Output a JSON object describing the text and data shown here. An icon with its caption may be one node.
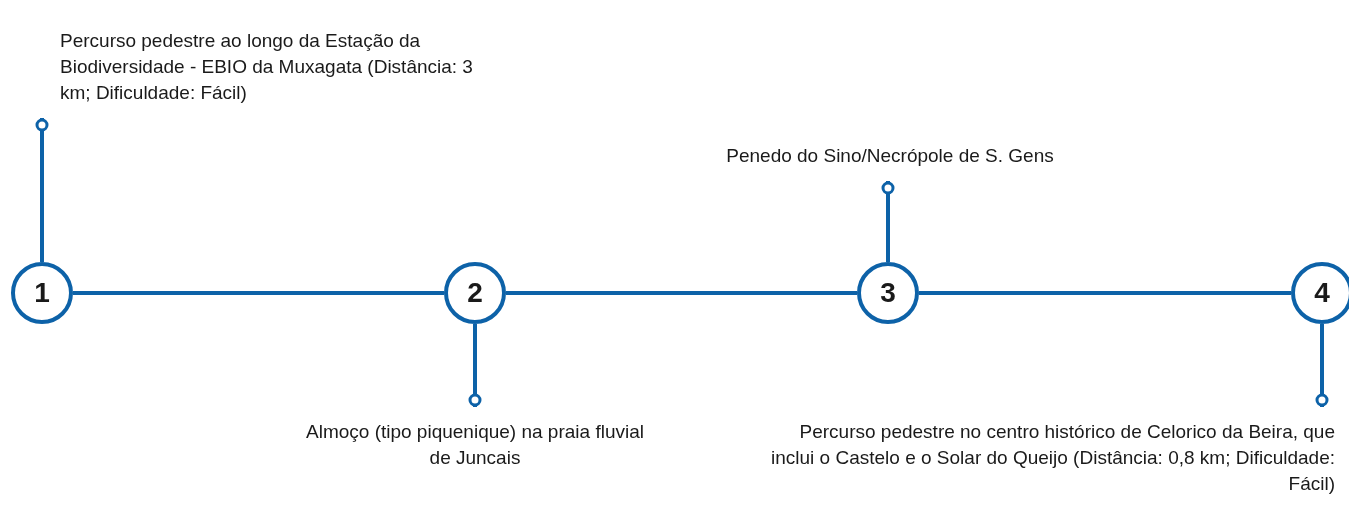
{
  "diagram": {
    "nodes": [
      {
        "text": [
          "1"
        ]
      },
      {
        "text": [
          "2"
        ]
      },
      {
        "text": [
          "3"
        ]
      },
      {
        "text": [
          "4"
        ]
      },
      {
        "text": [
          "Percurso pedestre ao longo da Estação da Biodiversidade - EBIO da Muxagata (Distância: 3 km; Dificuldade: Fácil)"
        ]
      },
      {
        "text": [
          "Almoço (tipo piquenique) na praia fluvial de Juncais"
        ]
      },
      {
        "text": [
          "Penedo do Sino/Necrópole de S. Gens"
        ]
      },
      {
        "text": [
          "Percurso pedestre no centro histórico de Celorico da Beira, que inclui o Castelo e o Solar do Queijo (Distância: 0,8 km; Dificuldade: Fácil)"
        ]
      }
    ],
    "edges": [
      {
        "from": 0,
        "to": 1,
        "arrow": "none"
      },
      {
        "from": 1,
        "to": 2,
        "arrow": "none"
      },
      {
        "from": 2,
        "to": 3,
        "arrow": "none"
      },
      {
        "from": 0,
        "to": 4,
        "arrow": "other"
      },
      {
        "from": 1,
        "to": 5,
        "arrow": "other"
      },
      {
        "from": 2,
        "to": 6,
        "arrow": "other"
      },
      {
        "from": 3,
        "to": 7,
        "arrow": "other"
      }
    ]
  }
}
